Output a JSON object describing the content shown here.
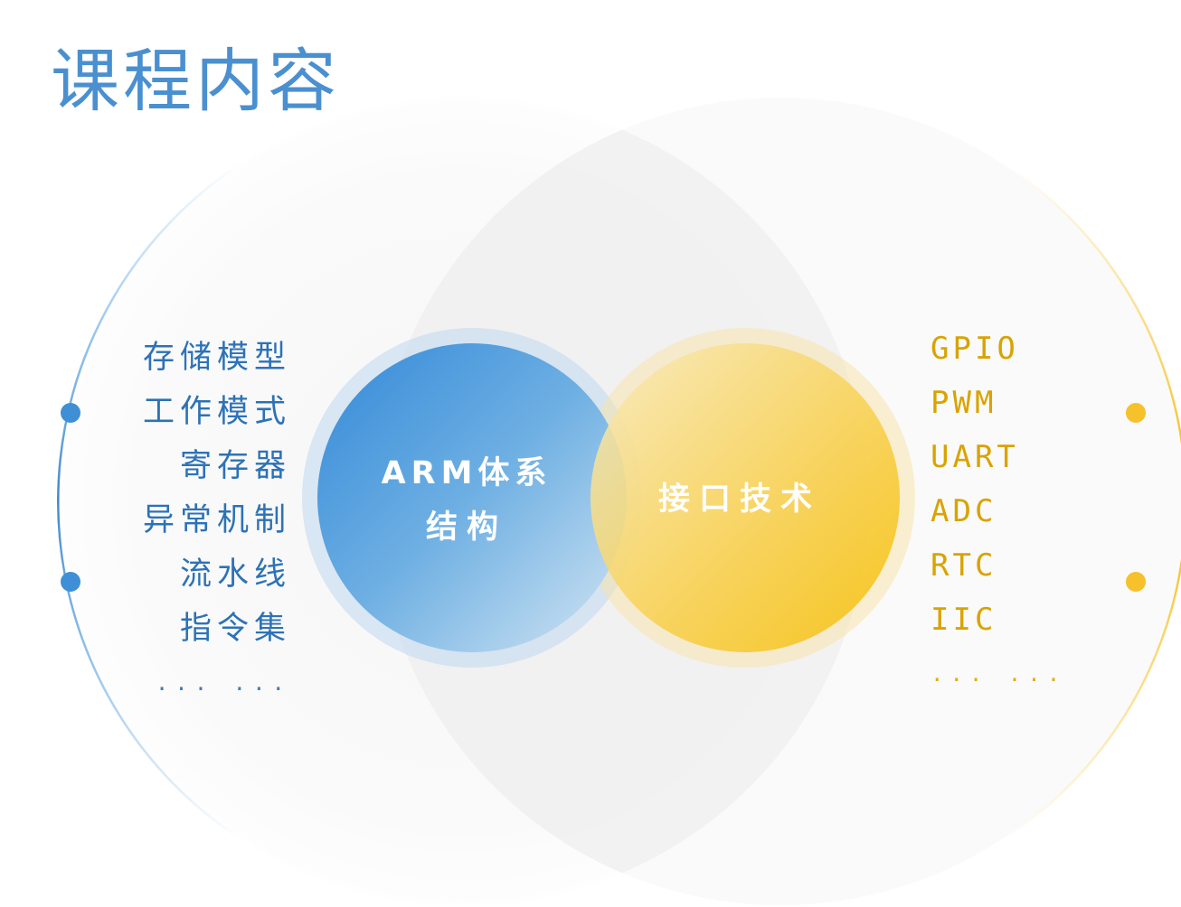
{
  "title": "课程内容",
  "center_left": {
    "line1": "ARM体系",
    "line2": "结构"
  },
  "center_right": {
    "label": "接口技术"
  },
  "left_items": [
    "存储模型",
    "工作模式",
    "寄存器",
    "异常机制",
    "流水线",
    "指令集",
    "... ..."
  ],
  "right_items": [
    "GPIO",
    "PWM",
    "UART",
    "ADC",
    "RTC",
    "IIC",
    "... ..."
  ],
  "colors": {
    "blue": "#4a90d0",
    "blue_dark": "#2d72b6",
    "gold": "#f7c21b",
    "gold_text": "#d9a300"
  }
}
